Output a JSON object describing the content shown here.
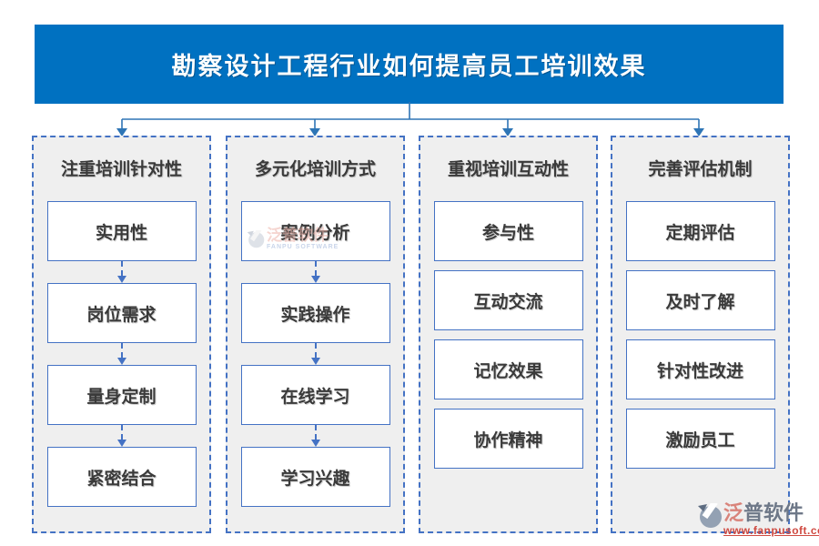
{
  "title": "勘察设计工程行业如何提高员工培训效果",
  "columns": [
    {
      "header": "注重培训针对性",
      "items": [
        "实用性",
        "岗位需求",
        "量身定制",
        "紧密结合"
      ],
      "arrows_between_items": true
    },
    {
      "header": "多元化培训方式",
      "items": [
        "案例分析",
        "实践操作",
        "在线学习",
        "学习兴趣"
      ],
      "arrows_between_items": true
    },
    {
      "header": "重视培训互动性",
      "items": [
        "参与性",
        "互动交流",
        "记忆效果",
        "协作精神"
      ],
      "arrows_between_items": false
    },
    {
      "header": "完善评估机制",
      "items": [
        "定期评估",
        "及时了解",
        "针对性改进",
        "激励员工"
      ],
      "arrows_between_items": false
    }
  ],
  "watermark": {
    "brand": "泛普软件",
    "subtext": "FANPU SOFTWARE"
  },
  "logo": {
    "brand_accent": "泛",
    "brand_rest": "普软件",
    "url": "www.fanpusoft.com"
  },
  "icons": {
    "connector_arrowheads": "down-arrow",
    "between_item_arrows": "dashed-down-arrow",
    "logo_mark": "fanpu-swoosh"
  },
  "colors": {
    "banner_blue": "#0071c1",
    "panel_background": "#efefef",
    "dashed_border_blue": "#4472c4",
    "connector_blue": "#2e75b6",
    "text_dark": "#3a3a3a",
    "logo_gray_blue": "#93a1b3",
    "logo_brand_salmon": "#d9837a",
    "logo_brand_slate": "#6e7888",
    "logo_url_red": "#cf4a41"
  }
}
